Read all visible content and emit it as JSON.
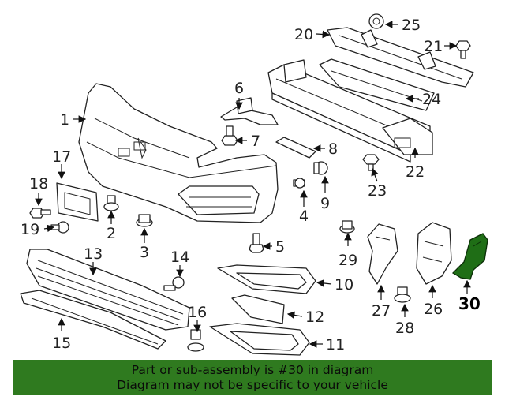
{
  "callouts": {
    "c1": "1",
    "c2": "2",
    "c3": "3",
    "c4": "4",
    "c5": "5",
    "c6": "6",
    "c7": "7",
    "c8": "8",
    "c9": "9",
    "c10": "10",
    "c11": "11",
    "c12": "12",
    "c13": "13",
    "c14": "14",
    "c15": "15",
    "c16": "16",
    "c17": "17",
    "c18": "18",
    "c19": "19",
    "c20": "20",
    "c21": "21",
    "c22": "22",
    "c23": "23",
    "c24": "24",
    "c25": "25",
    "c26": "26",
    "c27": "27",
    "c28": "28",
    "c29": "29",
    "c30": "30"
  },
  "highlighted_part": "30",
  "highlight_color": "#2f7a1f",
  "banner": {
    "line1": "Part or sub-assembly is #30 in diagram",
    "line2": "Diagram may not be specific to your vehicle"
  }
}
